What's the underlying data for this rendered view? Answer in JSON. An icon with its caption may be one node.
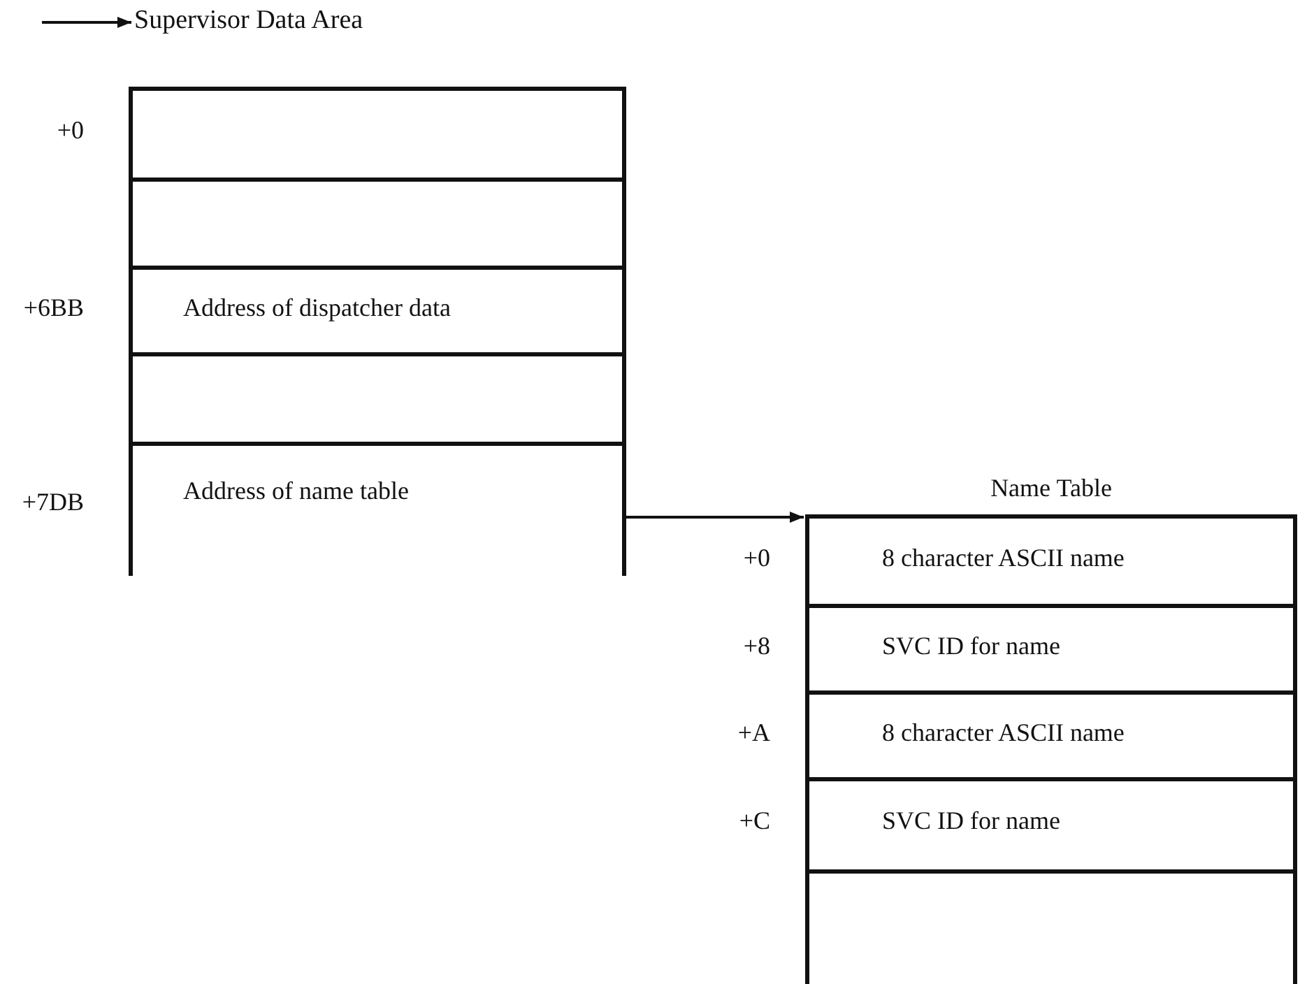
{
  "diagram": {
    "nodes": [
      {
        "text": [
          "Supervisor Data Area"
        ]
      },
      {
        "text": [],
        "shape": "box"
      },
      {
        "text": [],
        "shape": "box",
        "in": 1,
        "beside": [
          "+0"
        ]
      },
      {
        "text": [],
        "shape": "box",
        "in": 1
      },
      {
        "text": [
          "Address of dispatcher data"
        ],
        "in": 1,
        "beside": [
          "+6BB"
        ]
      },
      {
        "text": [],
        "shape": "box",
        "in": 1
      },
      {
        "text": [
          "Address of name table"
        ],
        "in": 1,
        "beside": [
          "+7DB"
        ]
      },
      {
        "text": [
          "Name Table"
        ]
      },
      {
        "text": [
          "8 character ASCII name"
        ],
        "in": 7,
        "beside": [
          "+0"
        ]
      },
      {
        "text": [
          "SVC ID for name"
        ],
        "in": 7,
        "beside": [
          "+8"
        ]
      },
      {
        "text": [
          "8 character ASCII name"
        ],
        "in": 7,
        "beside": [
          "+A"
        ]
      },
      {
        "text": [
          "SVC ID for name"
        ],
        "in": 7,
        "beside": [
          "+C"
        ]
      },
      {
        "text": [],
        "shape": "box",
        "in": 7
      }
    ],
    "edges": [
      {
        "from": null,
        "to": 0,
        "arrow": "to"
      },
      {
        "from": 6,
        "to": 7,
        "arrow": "to"
      }
    ]
  }
}
